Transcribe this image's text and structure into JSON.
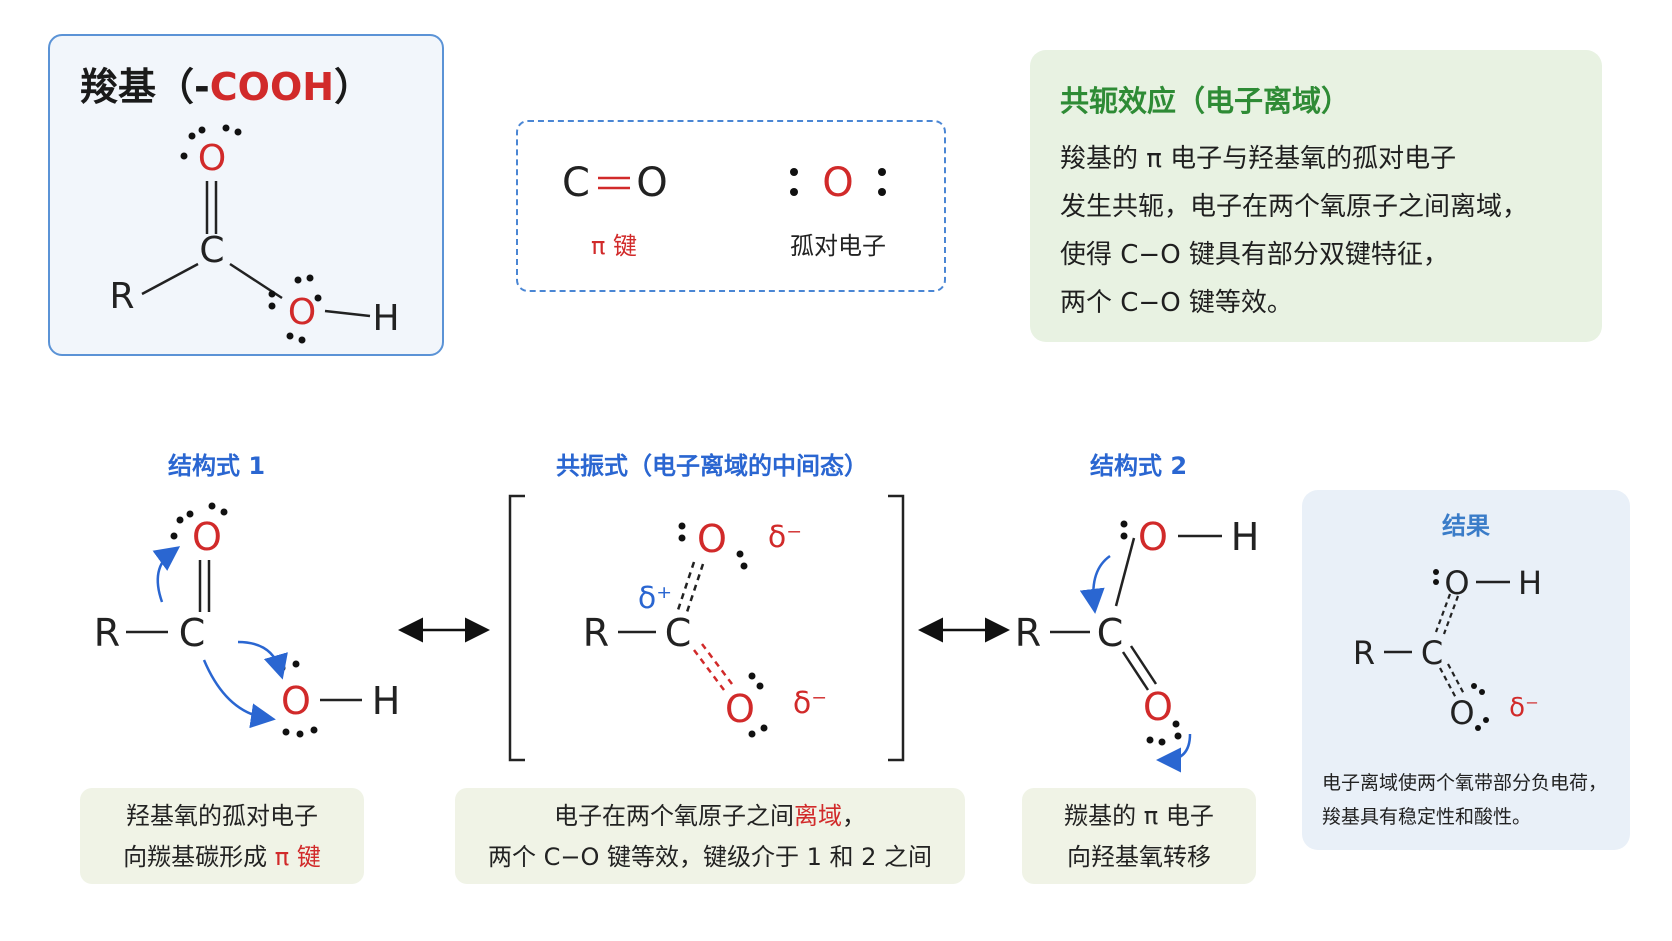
{
  "title": {
    "main": "羧基（-",
    "formula": "COOH",
    "close": "）"
  },
  "legend": {
    "co": "C",
    "o": "O",
    "pi_label": "π 键",
    "lone_pair_o": "O",
    "lone_pair_label": "孤对电子"
  },
  "conjugation": {
    "title": "共轭效应（电子离域）",
    "lines": [
      "羧基的 π 电子与羟基氧的孤对电子",
      "发生共轭，电子在两个氧原子之间离域，",
      "使得 C−O 键具有部分双键特征，",
      "两个 C−O 键等效。"
    ]
  },
  "atoms": {
    "R": "R",
    "C": "C",
    "O": "O",
    "H": "H",
    "delta_minus": "δ⁻",
    "delta_plus": "δ⁺"
  },
  "structure1": {
    "heading": "结构式 1",
    "note_line1": "羟基氧的孤对电子",
    "note_line2_pre": "向羰基碳形成 ",
    "note_line2_red": "π 键"
  },
  "resonance": {
    "heading": "共振式（电子离域的中间态）",
    "note_line1_pre": "电子在两个氧原子之间",
    "note_line1_red": "离域",
    "note_line1_post": "，",
    "note_line2": "两个 C−O 键等效，键级介于 1 和 2 之间",
    "arrow": "⟷"
  },
  "structure2": {
    "heading": "结构式 2",
    "note_line1": "羰基的 π 电子",
    "note_line2": "向羟基氧转移"
  },
  "result": {
    "title": "结果",
    "note_line1": "电子离域使两个氧带部分负电荷，",
    "note_line2": "羧基具有稳定性和酸性。"
  },
  "colors": {
    "oxygen": "#d12a2a",
    "blue": "#2a66d1",
    "green": "#2e8b35",
    "border_blue": "#5b93d6"
  }
}
